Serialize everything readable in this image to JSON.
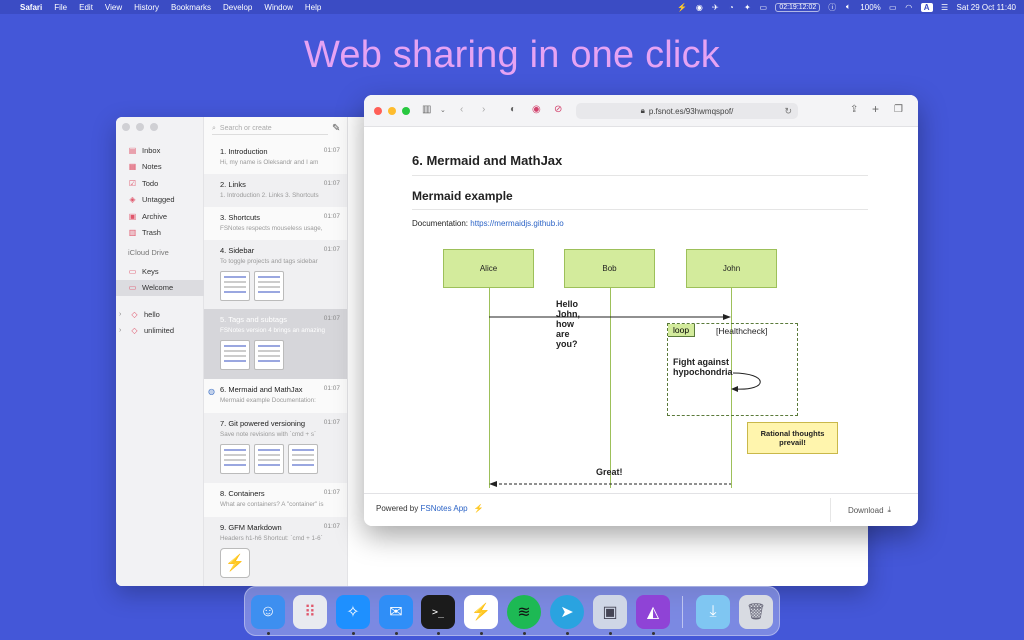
{
  "menubar": {
    "app": "Safari",
    "items": [
      "File",
      "Edit",
      "View",
      "History",
      "Bookmarks",
      "Develop",
      "Window",
      "Help"
    ],
    "clock_badge": "02:19:12:02",
    "battery": "100%",
    "input_source": "A",
    "datetime": "Sat 29 Oct  11:40"
  },
  "headline": "Web sharing in one click",
  "notes_app": {
    "sidebar": {
      "items": [
        {
          "label": "Inbox",
          "icon": "inbox-icon"
        },
        {
          "label": "Notes",
          "icon": "notes-icon"
        },
        {
          "label": "Todo",
          "icon": "todo-icon"
        },
        {
          "label": "Untagged",
          "icon": "tag-icon"
        },
        {
          "label": "Archive",
          "icon": "archive-icon"
        },
        {
          "label": "Trash",
          "icon": "trash-icon"
        }
      ],
      "section_header": "iCloud Drive",
      "projects": [
        {
          "label": "Keys",
          "icon": "folder-icon"
        },
        {
          "label": "Welcome",
          "icon": "folder-icon",
          "selected": true
        }
      ],
      "tags": [
        {
          "label": "hello"
        },
        {
          "label": "unlimited"
        }
      ]
    },
    "search_placeholder": "Search or create",
    "notes": [
      {
        "title": "1. Introduction",
        "time": "01:07",
        "preview": "Hi, my name is Oleksandr and I am"
      },
      {
        "title": "2. Links",
        "time": "01:07",
        "preview": "1. Introduction 2. Links 3. Shortcuts"
      },
      {
        "title": "3. Shortcuts",
        "time": "01:07",
        "preview": "FSNotes respects mouseless usage,"
      },
      {
        "title": "4. Sidebar",
        "time": "01:07",
        "preview": "To toggle projects and tags sidebar"
      },
      {
        "title": "5. Tags and subtags",
        "time": "01:07",
        "preview": "FSNotes version 4 brings an amazing"
      },
      {
        "title": "6. Mermaid and MathJax",
        "time": "01:07",
        "preview": "Mermaid example Documentation:"
      },
      {
        "title": "7. Git powered versioning",
        "time": "01:07",
        "preview": "Save note revisions with `cmd + s`"
      },
      {
        "title": "8. Containers",
        "time": "01:07",
        "preview": "What are containers? A \"container\" is"
      },
      {
        "title": "9. GFM Markdown",
        "time": "01:07",
        "preview": "Headers h1-h6 Shortcut: `cmd + 1-6`"
      }
    ]
  },
  "browser": {
    "url": "p.fsnot.es/93hwmqspof/",
    "h1": "6. Mermaid and MathJax",
    "h2": "Mermaid example",
    "doc_label": "Documentation: ",
    "doc_link": "https://mermaidjs.github.io",
    "diagram": {
      "actors": [
        "Alice",
        "Bob",
        "John"
      ],
      "message1": "Hello John, how are you?",
      "loop_label": "loop",
      "loop_condition": "[Healthcheck]",
      "self_message": "Fight against hypochondria",
      "note": "Rational thoughts prevail!",
      "message2": "Great!"
    },
    "footer": {
      "powered_prefix": "Powered by ",
      "powered_link": "FSNotes App",
      "download": "Download"
    }
  },
  "dock": {
    "apps": [
      {
        "name": "Finder",
        "icon": "finder-icon",
        "color": "#3d8ff0"
      },
      {
        "name": "Launchpad",
        "icon": "launchpad-icon",
        "color": "#e8eaf0"
      },
      {
        "name": "Safari",
        "icon": "safari-icon",
        "color": "#1e90ff"
      },
      {
        "name": "Mail",
        "icon": "mail-icon",
        "color": "#2f8ef7"
      },
      {
        "name": "Terminal",
        "icon": "terminal-icon",
        "color": "#1b1b1b"
      },
      {
        "name": "FSNotes",
        "icon": "fsnotes-icon",
        "color": "#ffffff"
      },
      {
        "name": "Spotify",
        "icon": "spotify-icon",
        "color": "#1db954"
      },
      {
        "name": "Telegram",
        "icon": "telegram-icon",
        "color": "#2aa3e0"
      },
      {
        "name": "Preview",
        "icon": "preview-icon",
        "color": "#cfd6e6"
      },
      {
        "name": "Affinity Photo",
        "icon": "affinity-icon",
        "color": "#8f43d6"
      },
      {
        "name": "Downloads",
        "icon": "downloads-folder-icon",
        "color": "#7fc6f2"
      },
      {
        "name": "Trash",
        "icon": "trash-can-icon",
        "color": "#d8dbe2"
      }
    ]
  }
}
